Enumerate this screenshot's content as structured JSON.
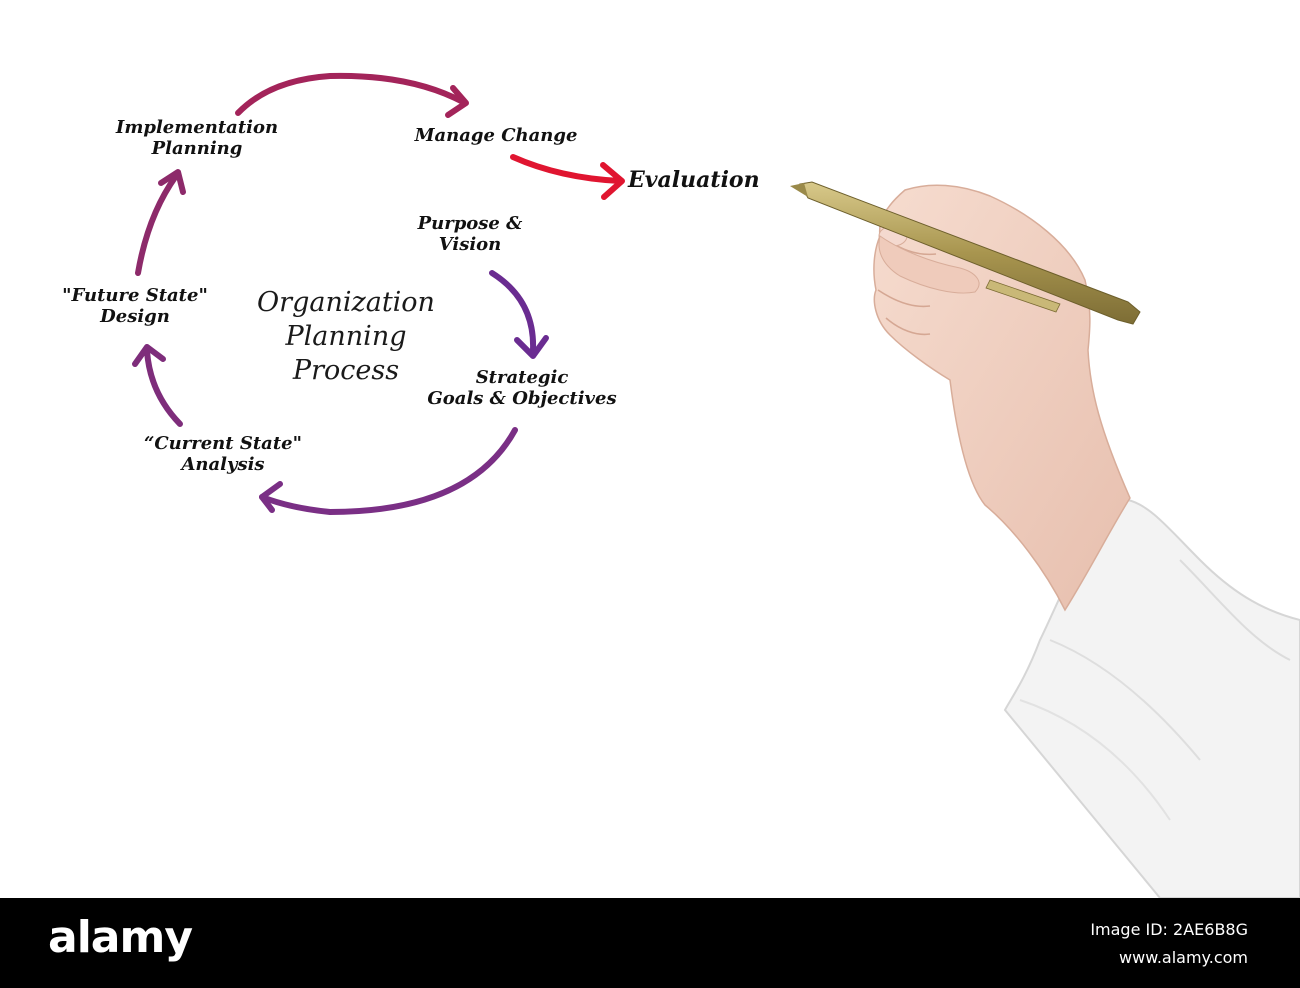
{
  "diagram": {
    "center_title": [
      "Organization",
      "Planning",
      "Process"
    ],
    "steps": {
      "purpose": [
        "Purpose &",
        "Vision"
      ],
      "strategic": [
        "Strategic",
        "Goals & Objectives"
      ],
      "current": [
        "“Current State\"",
        "Analysis"
      ],
      "future": [
        "\"Future State\"",
        "Design"
      ],
      "implementation": [
        "Implementation",
        "Planning"
      ],
      "manage": [
        "Manage Change"
      ],
      "evaluation": [
        "Evaluation"
      ]
    },
    "colors": {
      "purple": "#6a2c91",
      "violet": "#7a2f85",
      "magenta": "#8d2a6a",
      "crimson": "#b0204c",
      "red": "#e01530",
      "skin": "#f1d3c4",
      "sleeve": "#f4f4f4",
      "pen": "#b9a660"
    }
  },
  "watermark": {
    "brand": "alamy",
    "image_id": "Image ID: 2AE6B8G",
    "site": "www.alamy.com"
  }
}
